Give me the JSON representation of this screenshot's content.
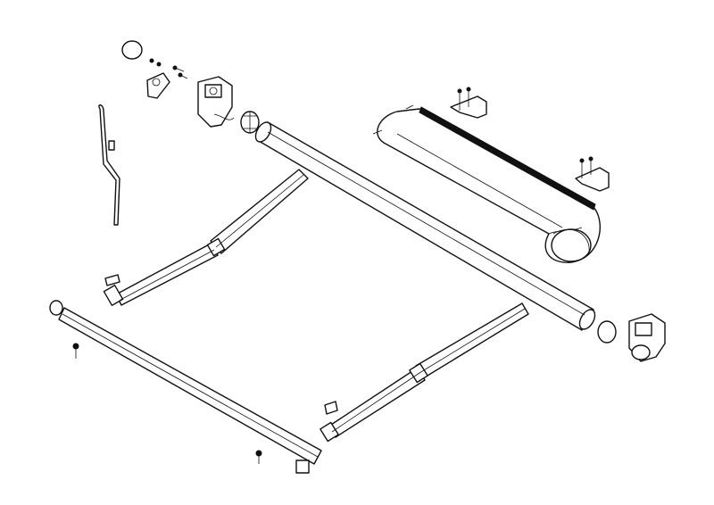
{
  "drawing": {
    "kind": "exploded-view",
    "parts": [
      "roller-tube",
      "front-bar",
      "left-arm",
      "right-arm",
      "cassette-hood",
      "crank-handle",
      "left-bracket",
      "right-bracket",
      "wall-brackets",
      "end-caps",
      "screws",
      "gear-end",
      "shoulder-pins"
    ]
  },
  "colors": {
    "line": "#111111",
    "background": "#ffffff"
  }
}
